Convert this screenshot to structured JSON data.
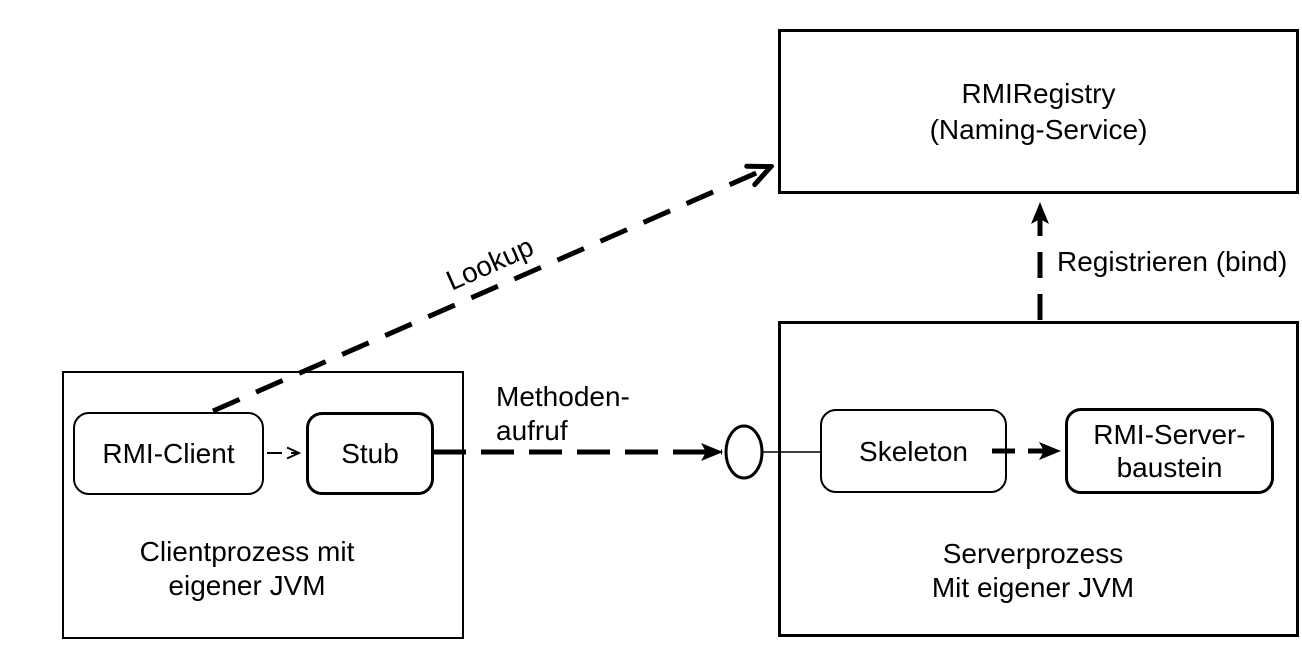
{
  "colors": {
    "ink": "#000000",
    "background": "#ffffff"
  },
  "registry": {
    "title_line1": "RMIRegistry",
    "title_line2": "(Naming-Service)"
  },
  "client_process": {
    "caption_line1": "Clientprozess mit",
    "caption_line2": "eigener JVM",
    "rmi_client_label": "RMI-Client",
    "stub_label": "Stub"
  },
  "server_process": {
    "caption_line1": "Serverprozess",
    "caption_line2": "Mit eigener JVM",
    "skeleton_label": "Skeleton",
    "rmi_server_label_line1": "RMI-Server-",
    "rmi_server_label_line2": "baustein"
  },
  "connections": {
    "lookup_label": "Lookup",
    "register_label": "Registrieren (bind)",
    "method_call_label_line1": "Methoden-",
    "method_call_label_line2": "aufruf"
  }
}
